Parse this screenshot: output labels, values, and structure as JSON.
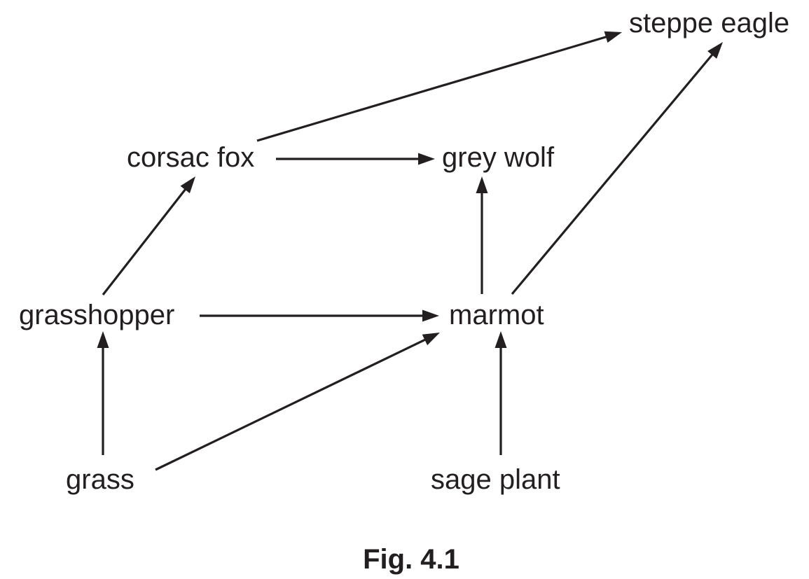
{
  "figure": {
    "caption": "Fig. 4.1",
    "title": "Food web"
  },
  "nodes": [
    {
      "id": "steppe_eagle",
      "label": "steppe eagle"
    },
    {
      "id": "corsac_fox",
      "label": "corsac fox"
    },
    {
      "id": "grey_wolf",
      "label": "grey wolf"
    },
    {
      "id": "grasshopper",
      "label": "grasshopper"
    },
    {
      "id": "marmot",
      "label": "marmot"
    },
    {
      "id": "grass",
      "label": "grass"
    },
    {
      "id": "sage_plant",
      "label": "sage plant"
    }
  ],
  "edges": [
    {
      "from": "corsac_fox",
      "to": "steppe_eagle"
    },
    {
      "from": "marmot",
      "to": "steppe_eagle"
    },
    {
      "from": "corsac_fox",
      "to": "grey_wolf"
    },
    {
      "from": "marmot",
      "to": "grey_wolf"
    },
    {
      "from": "grasshopper",
      "to": "corsac_fox"
    },
    {
      "from": "grasshopper",
      "to": "marmot"
    },
    {
      "from": "grass",
      "to": "grasshopper"
    },
    {
      "from": "grass",
      "to": "marmot"
    },
    {
      "from": "sage_plant",
      "to": "marmot"
    }
  ]
}
